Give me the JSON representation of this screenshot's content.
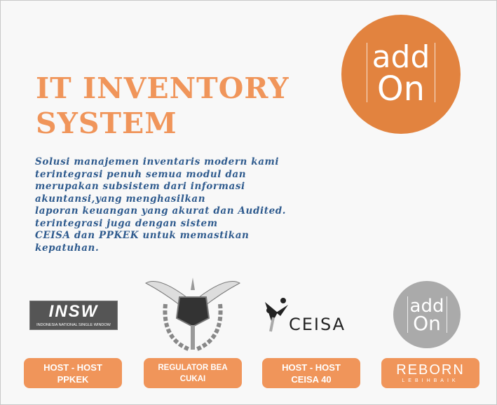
{
  "title_lines": [
    "IT INVENTORY",
    "SYSTEM"
  ],
  "description": "Solusi manajemen inventaris modern kami\nterintegrasi penuh semua modul dan\nmerupakan subsistem dari informasi\nakuntansi,yang menghasilkan\nlaporan keuangan yang akurat dan Audited.\nterintegrasi juga dengan sistem\nCEISA dan PPKEK untuk memastikan\nkepatuhan.",
  "logo": {
    "line1": "add",
    "line2": "On"
  },
  "partners": [
    {
      "logo_text": "INSW",
      "logo_caption": "INDONESIA NATIONAL SINGLE WINDOW",
      "label_lines": [
        "HOST - HOST",
        "PPKEK"
      ]
    },
    {
      "label_lines": [
        "REGULATOR BEA",
        "CUKAI"
      ]
    },
    {
      "logo_text": "CEISA",
      "label_lines": [
        "HOST - HOST",
        "CEISA 40"
      ]
    },
    {
      "logo_line1": "add",
      "logo_line2": "On",
      "label_lines": [
        "REBORN",
        "LEBIHBAIK"
      ]
    }
  ],
  "colors": {
    "accent": "#f0955a",
    "logo_bg": "#e2833f",
    "text": "#2f5b8e"
  }
}
